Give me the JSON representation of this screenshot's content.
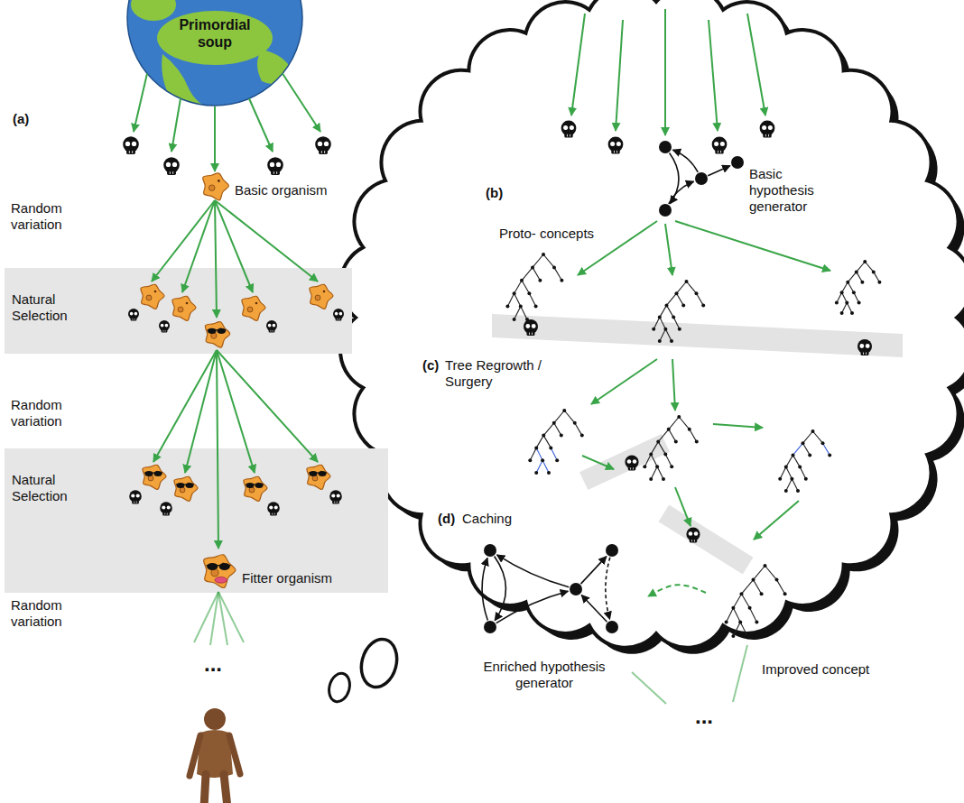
{
  "diagram": {
    "nodes": [
      {
        "text": [
          "Primordial soup"
        ]
      },
      {
        "text": [
          "Basic organism"
        ]
      },
      {
        "text": [
          "Natural Selection"
        ]
      },
      {
        "text": [
          "Natural Selection"
        ]
      },
      {
        "text": [
          "Fitter organism"
        ],
        "in": 3
      },
      {
        "text": [
          "Basic hypothesis generator"
        ]
      },
      {
        "text": [
          "Enriched hypothesis generator"
        ]
      },
      {
        "text": [
          "Improved concept"
        ]
      }
    ],
    "edges": [
      {
        "from": 0,
        "to": 1,
        "arrow": "to"
      },
      {
        "from": 7,
        "to": 6,
        "arrow": "to"
      }
    ],
    "labels": [
      "(a)",
      "Random variation",
      "Random variation",
      "Random variation",
      "(b)",
      "Proto- concepts",
      "(c)",
      "Tree Regrowth / Surgery",
      "(d)",
      "Caching",
      "...",
      "..."
    ]
  }
}
